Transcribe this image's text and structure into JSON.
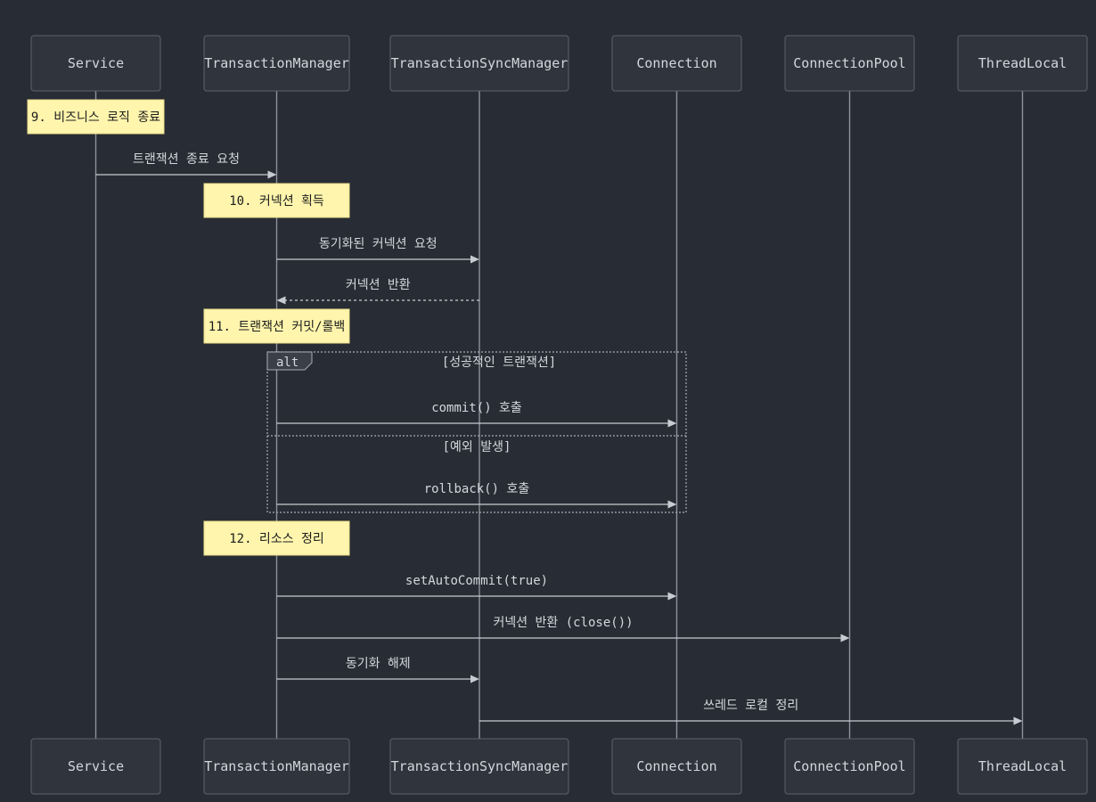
{
  "participants": [
    {
      "id": "service",
      "label": "Service"
    },
    {
      "id": "txmgr",
      "label": "TransactionManager"
    },
    {
      "id": "txsync",
      "label": "TransactionSyncManager"
    },
    {
      "id": "conn",
      "label": "Connection"
    },
    {
      "id": "pool",
      "label": "ConnectionPool"
    },
    {
      "id": "tl",
      "label": "ThreadLocal"
    }
  ],
  "notes": [
    {
      "over": "service",
      "label": "9. 비즈니스 로직 종료"
    },
    {
      "over": "txmgr",
      "label": "10. 커넥션 획득"
    },
    {
      "over": "txmgr",
      "label": "11. 트랜잭션 커밋/롤백"
    },
    {
      "over": "txmgr",
      "label": "12. 리소스 정리"
    }
  ],
  "messages": [
    {
      "from": "service",
      "to": "txmgr",
      "label": "트랜잭션 종료 요청",
      "style": "solid"
    },
    {
      "from": "txmgr",
      "to": "txsync",
      "label": "동기화된 커넥션 요청",
      "style": "solid"
    },
    {
      "from": "txsync",
      "to": "txmgr",
      "label": "커넥션 반환",
      "style": "dashed"
    },
    {
      "from": "txmgr",
      "to": "conn",
      "label": "commit() 호출",
      "style": "solid"
    },
    {
      "from": "txmgr",
      "to": "conn",
      "label": "rollback() 호출",
      "style": "solid"
    },
    {
      "from": "txmgr",
      "to": "conn",
      "label": "setAutoCommit(true)",
      "style": "solid"
    },
    {
      "from": "txmgr",
      "to": "pool",
      "label": "커넥션 반환 (close())",
      "style": "solid"
    },
    {
      "from": "txmgr",
      "to": "txsync",
      "label": "동기화 해제",
      "style": "solid"
    },
    {
      "from": "txsync",
      "to": "tl",
      "label": "쓰레드 로컬 정리",
      "style": "solid"
    }
  ],
  "alt_frame": {
    "tag": "alt",
    "conditions": [
      "[성공적인 트랜잭션]",
      "[예외 발생]"
    ]
  }
}
